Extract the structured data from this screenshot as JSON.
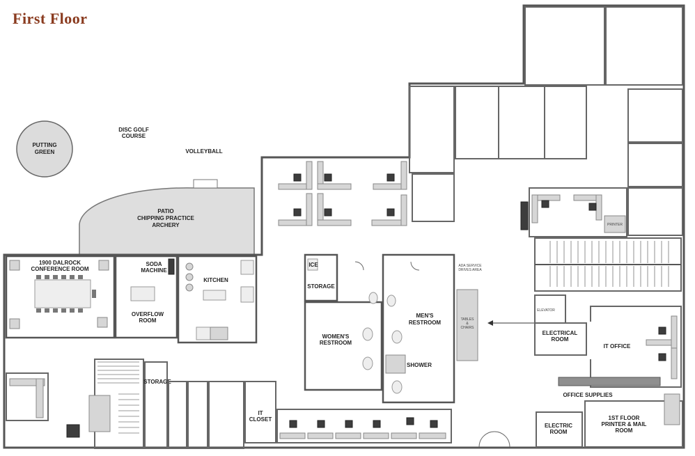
{
  "title": "First Floor",
  "labels": {
    "putting_green": [
      "PUTTING",
      "GREEN"
    ],
    "disc_golf": [
      "DISC GOLF",
      "COURSE"
    ],
    "volleyball": "VOLLEYBALL",
    "patio": [
      "PATIO",
      "CHIPPING PRACTICE",
      "ARCHERY"
    ],
    "conference": [
      "1900 DALROCK",
      "CONFERENCE ROOM"
    ],
    "soda": [
      "SODA",
      "MACHINE"
    ],
    "kitchen": "KITCHEN",
    "overflow": [
      "OVERFLOW",
      "ROOM"
    ],
    "ice": "ICE",
    "storage_center": "STORAGE",
    "womens": [
      "WOMEN'S",
      "RESTROOM"
    ],
    "mens": [
      "MEN'S",
      "RESTROOM"
    ],
    "shower": "SHOWER",
    "storage_bottom": "STORAGE",
    "it_closet": [
      "IT",
      "CLOSET"
    ],
    "ada": [
      "ADA SERVICE",
      "DRIVES AREA"
    ],
    "tables": [
      "TABLES",
      "&",
      "CHAIRS"
    ],
    "electrical": [
      "ELECTRICAL",
      "ROOM"
    ],
    "it_office": "IT OFFICE",
    "elevator": "ELEVATOR",
    "printer": "PRINTER",
    "office_supplies": "OFFICE SUPPLIES",
    "electric_room": [
      "ELECTRIC",
      "ROOM"
    ],
    "printer_mail": [
      "1ST FLOOR",
      "PRINTER & MAIL",
      "ROOM"
    ]
  },
  "colors": {
    "title": "#8a3b1f",
    "wall": "#555555",
    "furniture": "#3d3d3d",
    "fixture_grey": "#d6d6d6"
  }
}
